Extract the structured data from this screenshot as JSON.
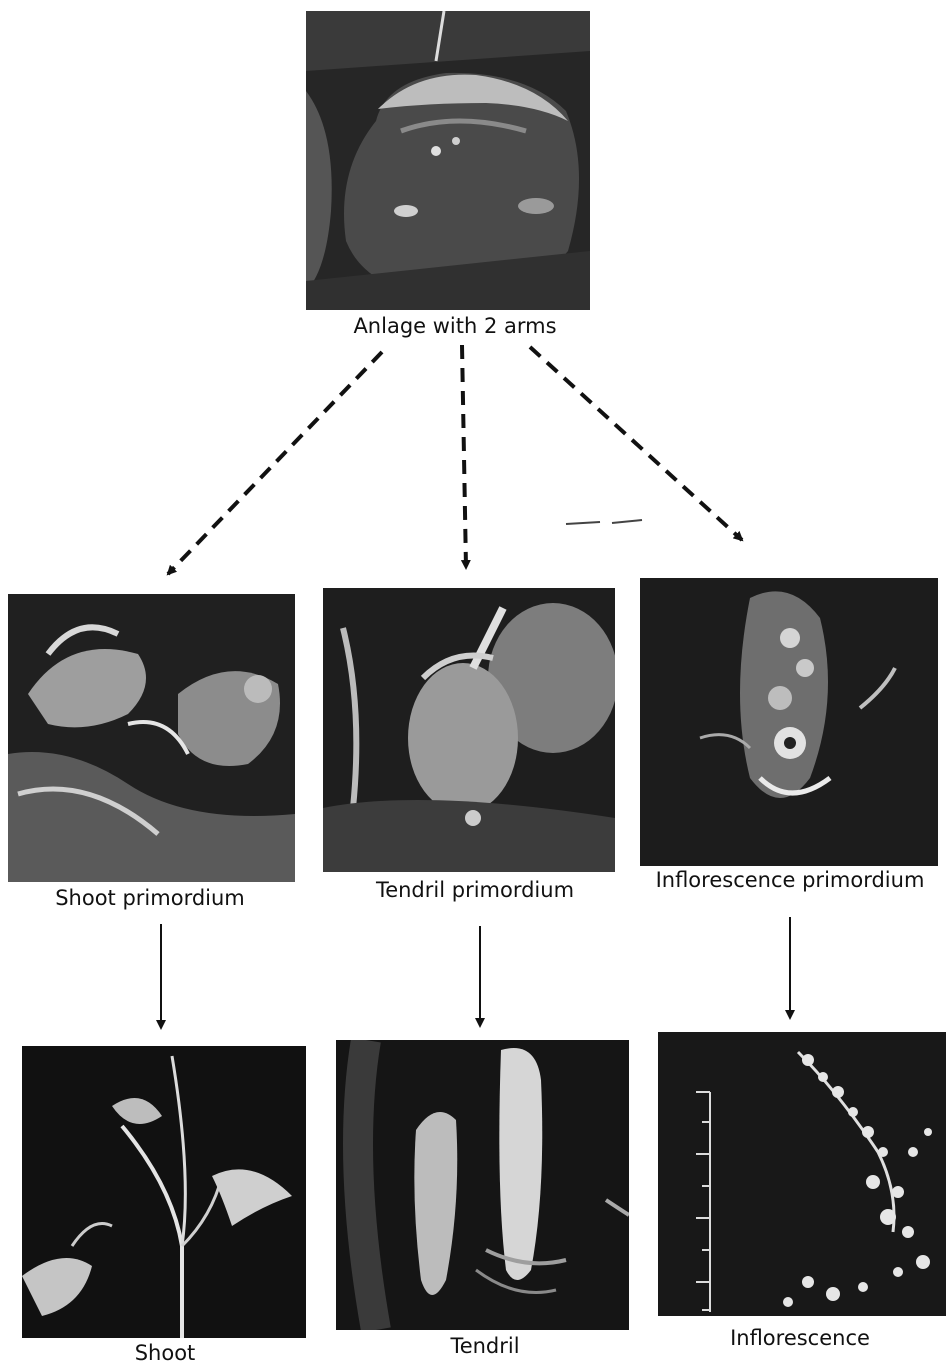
{
  "anlage": {
    "label": "Anlage with 2 arms"
  },
  "primordia": [
    {
      "label": "Shoot primordium"
    },
    {
      "label": "Tendril primordium"
    },
    {
      "label": "Inflorescence primordium"
    }
  ],
  "organs": [
    {
      "label": "Shoot"
    },
    {
      "label": "Tendril"
    },
    {
      "label": "Inflorescence"
    }
  ],
  "colors": {
    "line": "#111111",
    "panel": "#1a1a1a",
    "background": "#ffffff"
  }
}
